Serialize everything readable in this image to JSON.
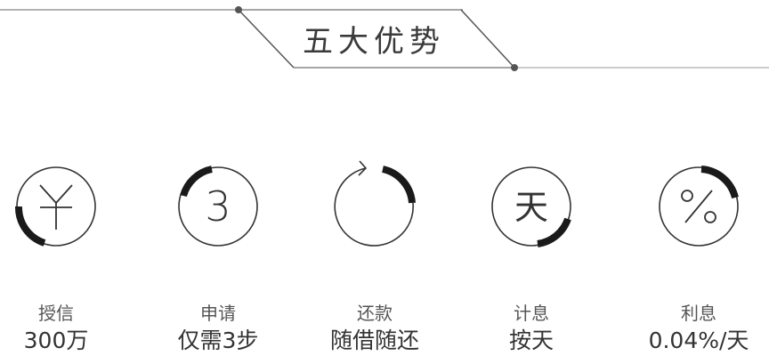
{
  "header": {
    "title": "五大优势"
  },
  "features": [
    {
      "label": "授信",
      "value": "300万",
      "glyph": "yen-icon"
    },
    {
      "label": "申请",
      "value": "仅需3步",
      "glyph": "number-3-icon"
    },
    {
      "label": "还款",
      "value": "随借随还",
      "glyph": "refresh-icon"
    },
    {
      "label": "计息",
      "value": "按天",
      "glyph": "day-icon"
    },
    {
      "label": "利息",
      "value": "0.04%/天",
      "glyph": "percent-icon"
    }
  ],
  "colors": {
    "line": "#888888",
    "dark": "#1a1a1a",
    "dot": "#555555"
  }
}
